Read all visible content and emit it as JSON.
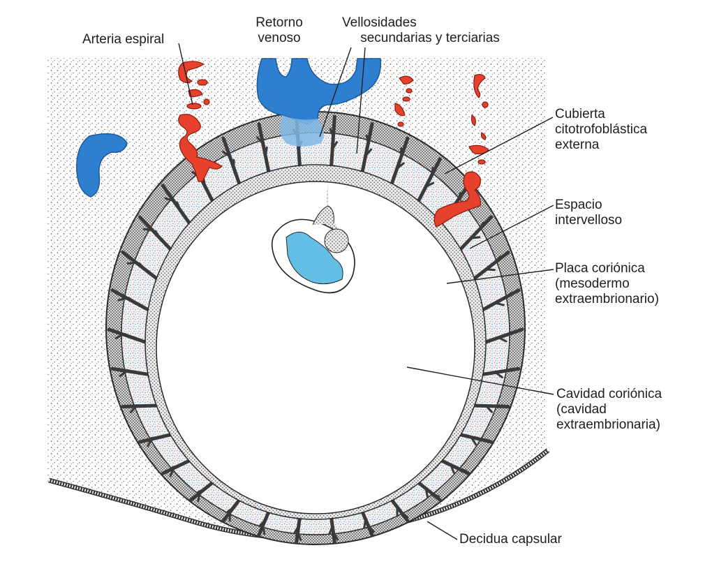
{
  "diagram": {
    "subject": "Saco coriónico con vellosidades secundarias y terciarias",
    "colors": {
      "arterial": "#e8412b",
      "venous": "#2f7fd0",
      "embryo": "#63bfe6",
      "decidua_stipple": "#6b6b6b",
      "trophoblast_dark": "#3a3a3a",
      "background": "#ffffff"
    },
    "labels": {
      "arteria_espiral": {
        "lines": [
          "Arteria espiral"
        ]
      },
      "retorno_venoso": {
        "lines": [
          "Retorno",
          "venoso"
        ]
      },
      "vellosidades": {
        "lines": [
          "Vellosidades",
          "secundarias y terciarias"
        ]
      },
      "cubierta": {
        "lines": [
          "Cubierta",
          "citotrofoblástica",
          "externa"
        ]
      },
      "espacio": {
        "lines": [
          "Espacio",
          "intervelloso"
        ]
      },
      "placa": {
        "lines": [
          "Placa coriónica",
          "(mesodermo",
          "extraembrionario)"
        ]
      },
      "cavidad": {
        "lines": [
          "Cavidad coriónica",
          "(cavidad",
          "extraembrionaria)"
        ]
      },
      "decidua": {
        "lines": [
          "Decidua capsular"
        ]
      }
    }
  }
}
